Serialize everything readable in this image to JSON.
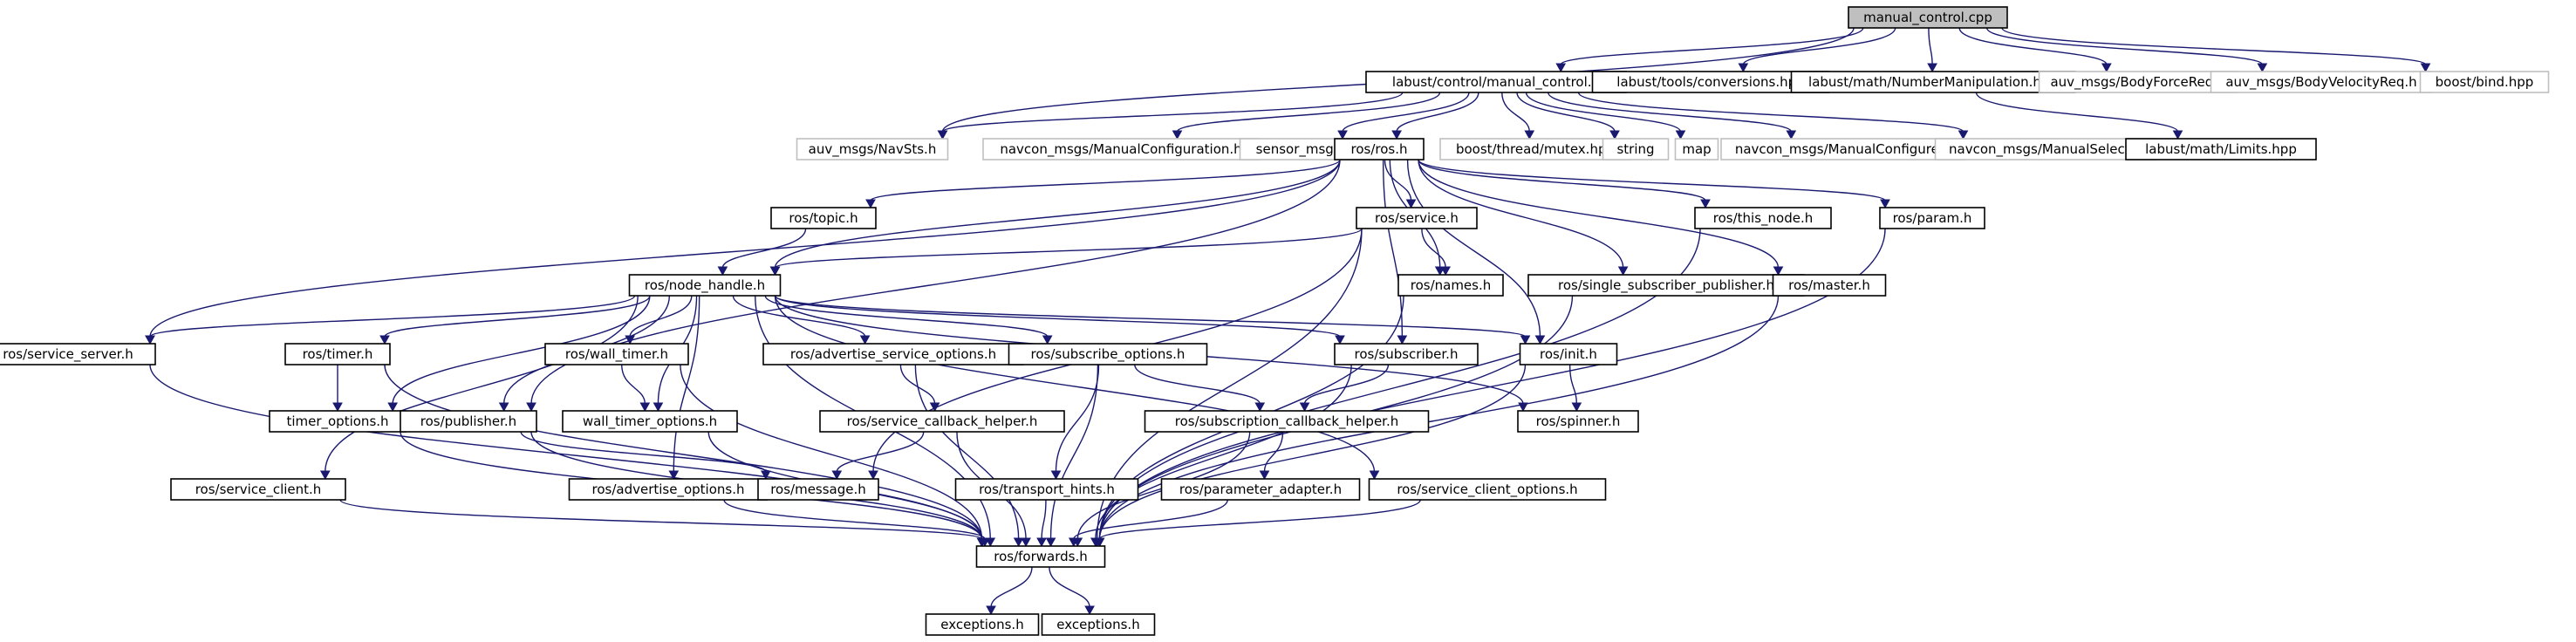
{
  "diagram": {
    "nodes": [
      {
        "id": "manual_control_cpp",
        "label": "manual_control.cpp",
        "root": true
      },
      {
        "id": "labust_manual_control_h",
        "label": "labust/control/manual_control.h"
      },
      {
        "id": "labust_conversions",
        "label": "labust/tools/conversions.hpp"
      },
      {
        "id": "labust_numbermanip",
        "label": "labust/math/NumberManipulation.hpp"
      },
      {
        "id": "auv_bodyforce",
        "label": "auv_msgs/BodyForceReq.h",
        "external": true
      },
      {
        "id": "auv_bodyvel",
        "label": "auv_msgs/BodyVelocityReq.h",
        "external": true
      },
      {
        "id": "boost_bind",
        "label": "boost/bind.hpp",
        "external": true
      },
      {
        "id": "auv_navsts",
        "label": "auv_msgs/NavSts.h",
        "external": true
      },
      {
        "id": "navcon_manualconfig",
        "label": "navcon_msgs/ManualConfiguration.h",
        "external": true
      },
      {
        "id": "sensor_joy",
        "label": "sensor_msgs/Joy.h",
        "external": true
      },
      {
        "id": "ros_h",
        "label": "ros/ros.h"
      },
      {
        "id": "boost_mutex",
        "label": "boost/thread/mutex.hpp",
        "external": true
      },
      {
        "id": "string",
        "label": "string",
        "external": true
      },
      {
        "id": "map",
        "label": "map",
        "external": true
      },
      {
        "id": "navcon_manualconfigure",
        "label": "navcon_msgs/ManualConfigure.h",
        "external": true
      },
      {
        "id": "navcon_manualselect",
        "label": "navcon_msgs/ManualSelect.h",
        "external": true
      },
      {
        "id": "labust_limits",
        "label": "labust/math/Limits.hpp"
      },
      {
        "id": "ros_topic",
        "label": "ros/topic.h"
      },
      {
        "id": "ros_service",
        "label": "ros/service.h"
      },
      {
        "id": "ros_this_node",
        "label": "ros/this_node.h"
      },
      {
        "id": "ros_param",
        "label": "ros/param.h"
      },
      {
        "id": "ros_node_handle",
        "label": "ros/node_handle.h"
      },
      {
        "id": "ros_names",
        "label": "ros/names.h"
      },
      {
        "id": "ros_single_sub_pub",
        "label": "ros/single_subscriber_publisher.h"
      },
      {
        "id": "ros_master",
        "label": "ros/master.h"
      },
      {
        "id": "ros_service_server",
        "label": "ros/service_server.h"
      },
      {
        "id": "ros_timer",
        "label": "ros/timer.h"
      },
      {
        "id": "ros_wall_timer",
        "label": "ros/wall_timer.h"
      },
      {
        "id": "ros_adv_service_opts",
        "label": "ros/advertise_service_options.h"
      },
      {
        "id": "ros_subscribe_opts",
        "label": "ros/subscribe_options.h"
      },
      {
        "id": "ros_subscriber",
        "label": "ros/subscriber.h"
      },
      {
        "id": "ros_init",
        "label": "ros/init.h"
      },
      {
        "id": "timer_options",
        "label": "timer_options.h"
      },
      {
        "id": "ros_publisher",
        "label": "ros/publisher.h"
      },
      {
        "id": "wall_timer_options",
        "label": "wall_timer_options.h"
      },
      {
        "id": "ros_service_cb_helper",
        "label": "ros/service_callback_helper.h"
      },
      {
        "id": "ros_subscription_cb_helper",
        "label": "ros/subscription_callback_helper.h"
      },
      {
        "id": "ros_spinner",
        "label": "ros/spinner.h"
      },
      {
        "id": "ros_service_client",
        "label": "ros/service_client.h"
      },
      {
        "id": "ros_advertise_opts",
        "label": "ros/advertise_options.h"
      },
      {
        "id": "ros_message",
        "label": "ros/message.h"
      },
      {
        "id": "ros_transport_hints",
        "label": "ros/transport_hints.h"
      },
      {
        "id": "ros_parameter_adapter",
        "label": "ros/parameter_adapter.h"
      },
      {
        "id": "ros_service_client_opts",
        "label": "ros/service_client_options.h"
      },
      {
        "id": "ros_forwards",
        "label": "ros/forwards.h"
      },
      {
        "id": "exceptions_1",
        "label": "exceptions.h"
      },
      {
        "id": "exceptions_2",
        "label": "exceptions.h"
      }
    ],
    "edges": [
      [
        "manual_control_cpp",
        "labust_manual_control_h"
      ],
      [
        "manual_control_cpp",
        "labust_conversions"
      ],
      [
        "manual_control_cpp",
        "labust_numbermanip"
      ],
      [
        "manual_control_cpp",
        "auv_bodyforce"
      ],
      [
        "manual_control_cpp",
        "auv_bodyvel"
      ],
      [
        "manual_control_cpp",
        "boost_bind"
      ],
      [
        "manual_control_cpp",
        "auv_navsts"
      ],
      [
        "labust_manual_control_h",
        "auv_navsts"
      ],
      [
        "labust_manual_control_h",
        "navcon_manualconfig"
      ],
      [
        "labust_manual_control_h",
        "sensor_joy"
      ],
      [
        "labust_manual_control_h",
        "ros_h"
      ],
      [
        "labust_manual_control_h",
        "boost_mutex"
      ],
      [
        "labust_manual_control_h",
        "string"
      ],
      [
        "labust_manual_control_h",
        "map"
      ],
      [
        "labust_manual_control_h",
        "navcon_manualconfigure"
      ],
      [
        "labust_manual_control_h",
        "navcon_manualselect"
      ],
      [
        "labust_numbermanip",
        "labust_limits"
      ],
      [
        "ros_h",
        "ros_topic"
      ],
      [
        "ros_h",
        "ros_service"
      ],
      [
        "ros_h",
        "ros_this_node"
      ],
      [
        "ros_h",
        "ros_param"
      ],
      [
        "ros_h",
        "ros_node_handle"
      ],
      [
        "ros_h",
        "ros_names"
      ],
      [
        "ros_h",
        "ros_single_sub_pub"
      ],
      [
        "ros_h",
        "ros_master"
      ],
      [
        "ros_h",
        "ros_service_server"
      ],
      [
        "ros_h",
        "ros_publisher"
      ],
      [
        "ros_h",
        "ros_subscriber"
      ],
      [
        "ros_h",
        "ros_init"
      ],
      [
        "ros_topic",
        "ros_node_handle"
      ],
      [
        "ros_service",
        "ros_node_handle"
      ],
      [
        "ros_service",
        "ros_names"
      ],
      [
        "ros_service",
        "ros_message"
      ],
      [
        "ros_service",
        "ros_forwards"
      ],
      [
        "ros_this_node",
        "ros_forwards"
      ],
      [
        "ros_param",
        "ros_forwards"
      ],
      [
        "ros_names",
        "ros_forwards"
      ],
      [
        "ros_single_sub_pub",
        "ros_forwards"
      ],
      [
        "ros_master",
        "ros_forwards"
      ],
      [
        "ros_node_handle",
        "ros_service_server"
      ],
      [
        "ros_node_handle",
        "ros_timer"
      ],
      [
        "ros_node_handle",
        "ros_wall_timer"
      ],
      [
        "ros_node_handle",
        "ros_adv_service_opts"
      ],
      [
        "ros_node_handle",
        "ros_subscribe_opts"
      ],
      [
        "ros_node_handle",
        "ros_subscriber"
      ],
      [
        "ros_node_handle",
        "ros_init"
      ],
      [
        "ros_node_handle",
        "timer_options"
      ],
      [
        "ros_node_handle",
        "ros_publisher"
      ],
      [
        "ros_node_handle",
        "wall_timer_options"
      ],
      [
        "ros_node_handle",
        "ros_spinner"
      ],
      [
        "ros_node_handle",
        "ros_service_client"
      ],
      [
        "ros_node_handle",
        "ros_advertise_opts"
      ],
      [
        "ros_node_handle",
        "ros_service_client_opts"
      ],
      [
        "ros_node_handle",
        "ros_forwards"
      ],
      [
        "ros_service_server",
        "ros_forwards"
      ],
      [
        "ros_timer",
        "timer_options"
      ],
      [
        "ros_timer",
        "ros_forwards"
      ],
      [
        "ros_wall_timer",
        "wall_timer_options"
      ],
      [
        "ros_wall_timer",
        "ros_forwards"
      ],
      [
        "ros_adv_service_opts",
        "ros_service_cb_helper"
      ],
      [
        "ros_adv_service_opts",
        "ros_forwards"
      ],
      [
        "ros_subscribe_opts",
        "ros_subscription_cb_helper"
      ],
      [
        "ros_subscribe_opts",
        "ros_transport_hints"
      ],
      [
        "ros_subscribe_opts",
        "ros_forwards"
      ],
      [
        "ros_subscriber",
        "ros_subscription_cb_helper"
      ],
      [
        "ros_subscriber",
        "ros_forwards"
      ],
      [
        "ros_init",
        "ros_spinner"
      ],
      [
        "ros_init",
        "ros_forwards"
      ],
      [
        "timer_options",
        "ros_forwards"
      ],
      [
        "ros_publisher",
        "ros_message"
      ],
      [
        "ros_publisher",
        "ros_forwards"
      ],
      [
        "wall_timer_options",
        "ros_forwards"
      ],
      [
        "ros_service_cb_helper",
        "ros_message"
      ],
      [
        "ros_service_cb_helper",
        "ros_forwards"
      ],
      [
        "ros_subscription_cb_helper",
        "ros_parameter_adapter"
      ],
      [
        "ros_subscription_cb_helper",
        "ros_forwards"
      ],
      [
        "ros_service_client",
        "ros_forwards"
      ],
      [
        "ros_advertise_opts",
        "ros_message"
      ],
      [
        "ros_advertise_opts",
        "ros_forwards"
      ],
      [
        "ros_transport_hints",
        "ros_forwards"
      ],
      [
        "ros_parameter_adapter",
        "ros_forwards"
      ],
      [
        "ros_service_client_opts",
        "ros_forwards"
      ],
      [
        "ros_forwards",
        "exceptions_1"
      ],
      [
        "ros_forwards",
        "exceptions_2"
      ]
    ]
  }
}
